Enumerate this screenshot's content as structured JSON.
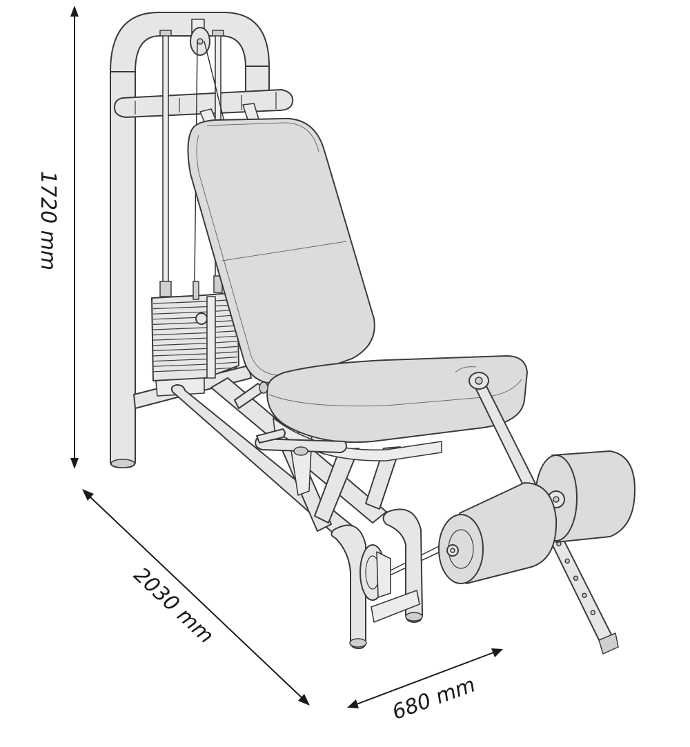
{
  "dimensions": {
    "height": "1720 mm",
    "length": "2030 mm",
    "width": "680 mm"
  },
  "colors": {
    "line": "#3a3a3a",
    "fill": "#e6e6e6",
    "pad": "#dcdcdc",
    "text": "#1a1a1a"
  }
}
